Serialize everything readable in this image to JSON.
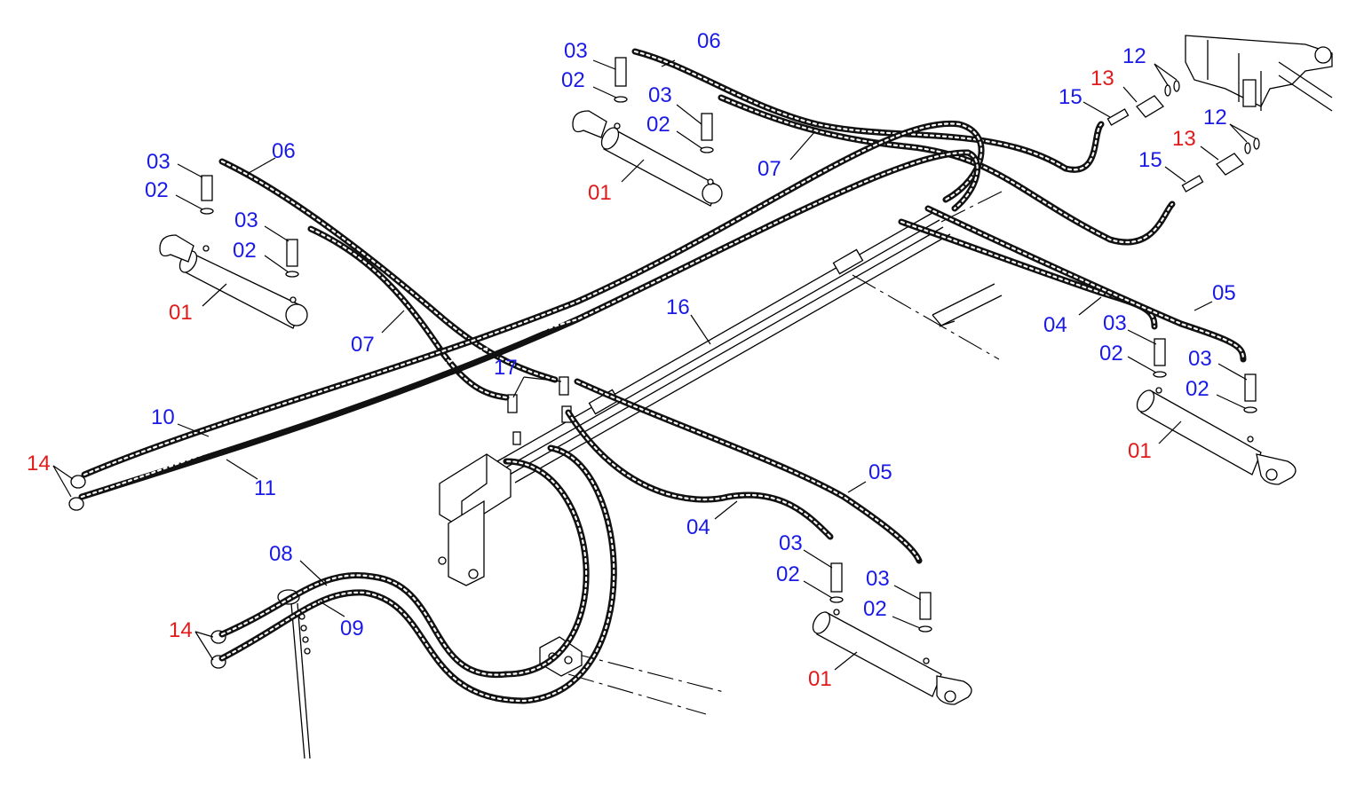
{
  "colors": {
    "label_blue": "#1a1ae6",
    "label_red": "#e01b1b",
    "line": "#000000",
    "hose": "#111111"
  },
  "labels": {
    "l01a": "01",
    "l01b": "01",
    "l01c": "01",
    "l01d": "01",
    "l02a": "02",
    "l02b": "02",
    "l02c": "02",
    "l02d": "02",
    "l02e": "02",
    "l02f": "02",
    "l02g": "02",
    "l02h": "02",
    "l03a": "03",
    "l03b": "03",
    "l03c": "03",
    "l03d": "03",
    "l03e": "03",
    "l03f": "03",
    "l03g": "03",
    "l03h": "03",
    "l04a": "04",
    "l04b": "04",
    "l05a": "05",
    "l05b": "05",
    "l06a": "06",
    "l06b": "06",
    "l07a": "07",
    "l07b": "07",
    "l08": "08",
    "l09": "09",
    "l10": "10",
    "l11": "11",
    "l12a": "12",
    "l12b": "12",
    "l13a": "13",
    "l13b": "13",
    "l14a": "14",
    "l14b": "14",
    "l15a": "15",
    "l15b": "15",
    "l16": "16",
    "l17": "17"
  }
}
